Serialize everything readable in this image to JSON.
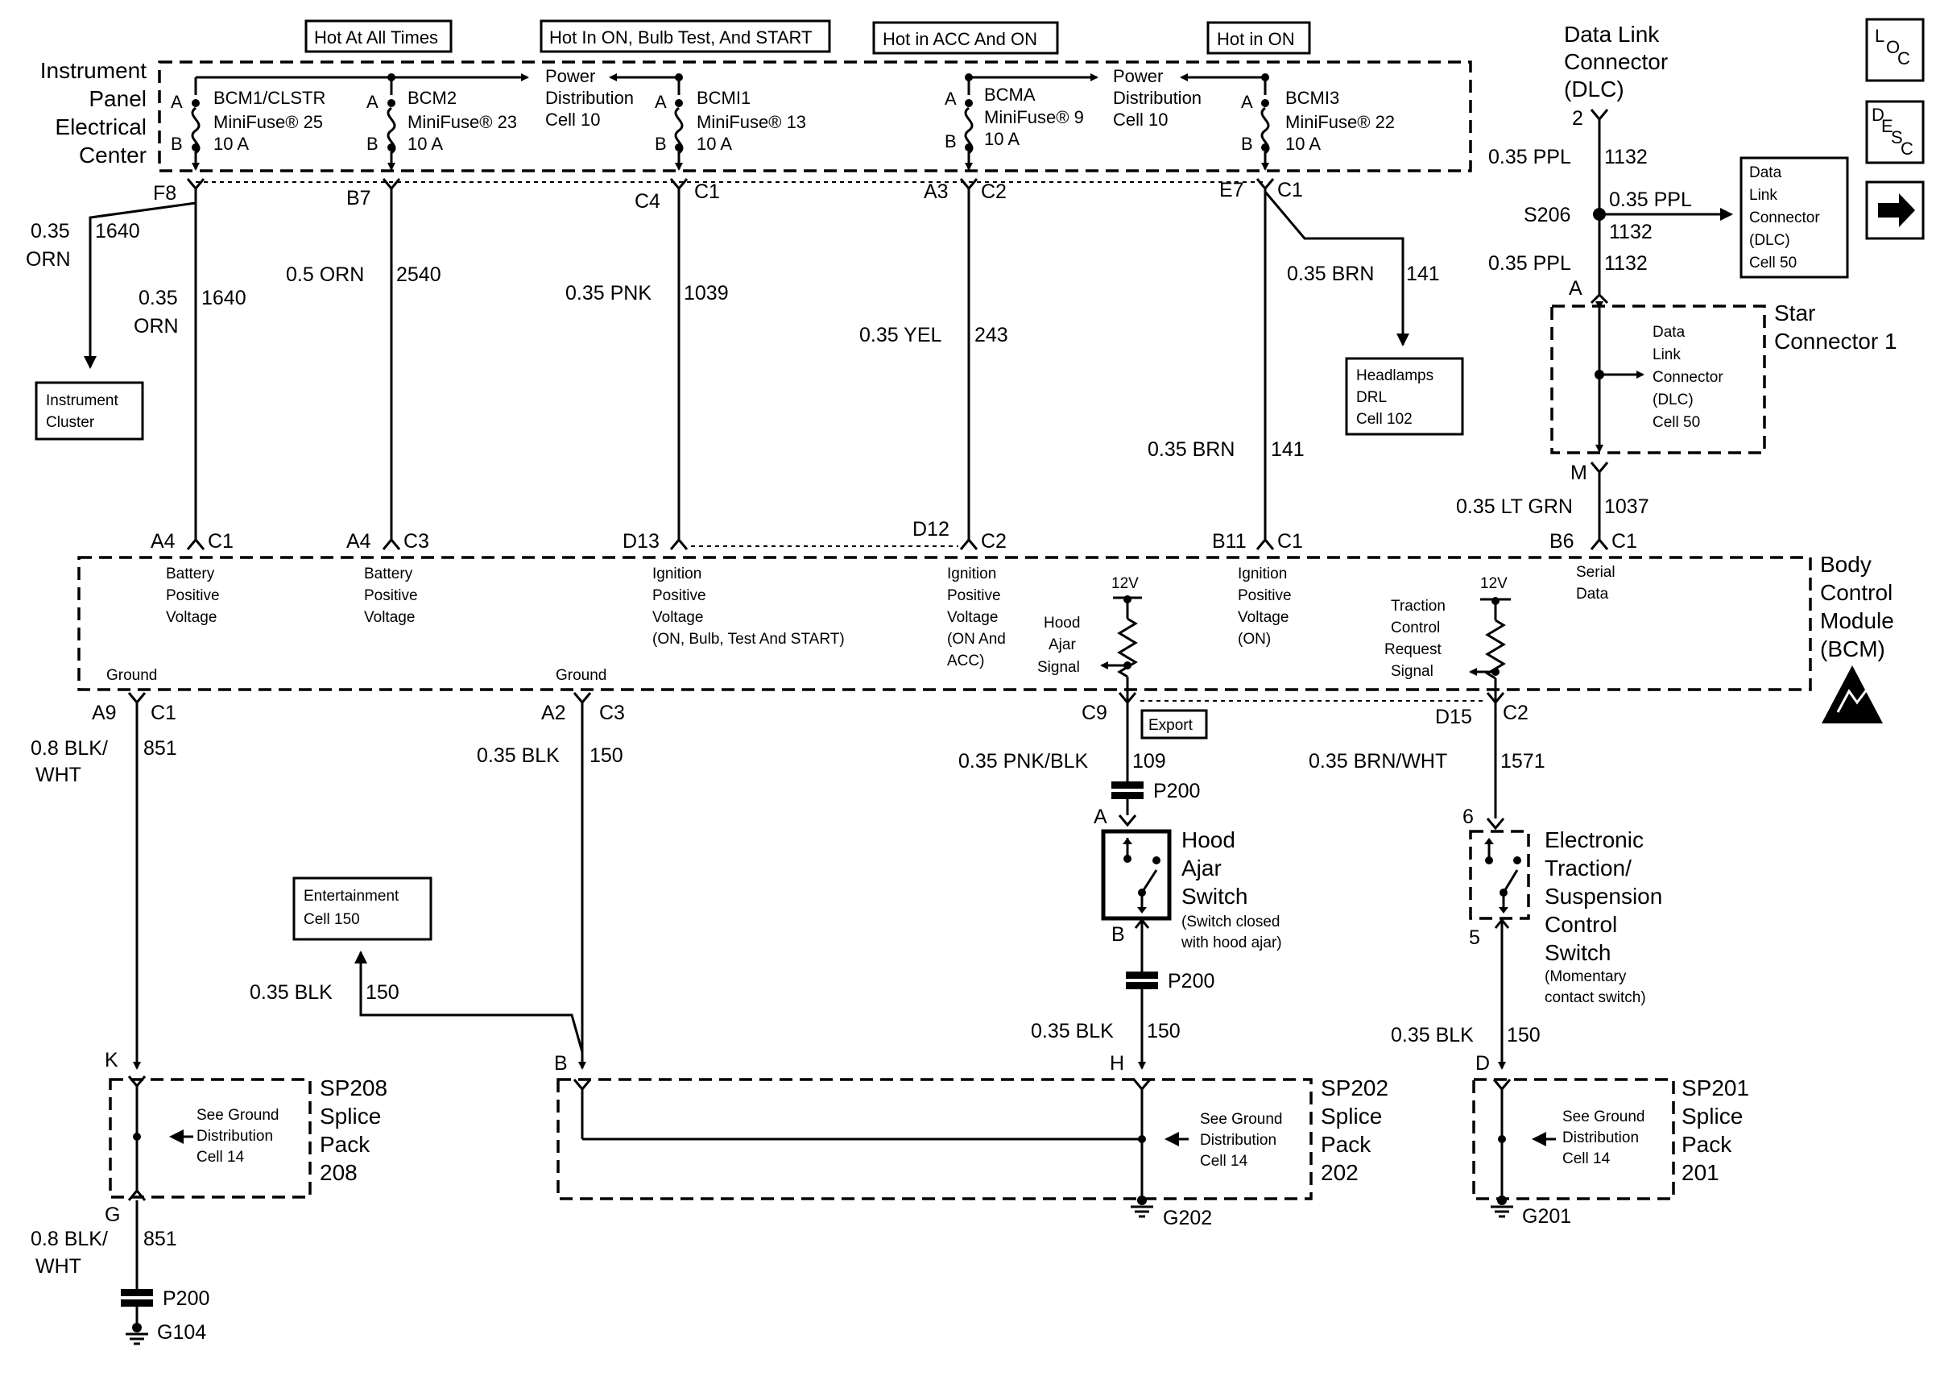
{
  "hot_labels": {
    "all_times": "Hot At All Times",
    "on_bulb_start": "Hot In ON, Bulb Test, And START",
    "acc_on": "Hot in ACC And ON",
    "on": "Hot in ON"
  },
  "ipec": {
    "title": [
      "Instrument",
      "Panel",
      "Electrical",
      "Center"
    ],
    "fuses": [
      {
        "name": "BCM1/CLSTR",
        "size": "MiniFuse® 25",
        "amps": "10 A",
        "conn": "F8",
        "conn2": ""
      },
      {
        "name": "BCM2",
        "size": "MiniFuse® 23",
        "amps": "10 A",
        "conn": "B7",
        "conn2": ""
      },
      {
        "name": "BCMI1",
        "size": "MiniFuse® 13",
        "amps": "10 A",
        "conn": "C4",
        "conn2": "C1"
      },
      {
        "name": "BCMA",
        "size": "MiniFuse® 9",
        "amps": "10 A",
        "conn": "A3",
        "conn2": "C2"
      },
      {
        "name": "BCMI3",
        "size": "MiniFuse® 22",
        "amps": "10 A",
        "conn": "E7",
        "conn2": "C1"
      }
    ],
    "pdc_ref": [
      "Power",
      "Distribution",
      "Cell 10"
    ]
  },
  "pin_letters": {
    "a": "A",
    "b": "B"
  },
  "wires": {
    "w1640_left": [
      "0.35",
      "ORN",
      "1640"
    ],
    "w1640_right": [
      "0.35",
      "ORN",
      "1640"
    ],
    "w2540": "0.5 ORN",
    "c2540": "2540",
    "w1039": "0.35 PNK",
    "c1039": "1039",
    "w243": "0.35 YEL",
    "c243": "243",
    "w141a": "0.35 BRN",
    "c141a": "141",
    "w141b": "0.35 BRN",
    "c141b": "141",
    "w1132a": "0.35 PPL",
    "c1132a": "1132",
    "w1132b": "0.35 PPL",
    "c1132b": "1132",
    "w1132c": "0.35 PPL",
    "c1132c": "1132",
    "w1037": "0.35 LT GRN",
    "c1037": "1037",
    "w851a": [
      "0.8 BLK/",
      "WHT"
    ],
    "c851a": "851",
    "w851b": [
      "0.8 BLK/",
      "WHT"
    ],
    "c851b": "851",
    "w150a": "0.35 BLK",
    "c150a": "150",
    "w150b": "0.35 BLK",
    "c150b": "150",
    "w150c": "0.35 BLK",
    "c150c": "150",
    "w150d": "0.35 BLK",
    "c150d": "150",
    "w109": "0.35 PNK/BLK",
    "c109": "109",
    "w1571": "0.35 BRN/WHT",
    "c1571": "1571"
  },
  "refs": {
    "cluster": [
      "Instrument",
      "Cluster"
    ],
    "headlamps": [
      "Headlamps",
      "DRL",
      "Cell 102"
    ],
    "dlc_box": [
      "Data",
      "Link",
      "Connector",
      "(DLC)",
      "Cell 50"
    ],
    "entertainment": [
      "Entertainment",
      "Cell 150"
    ],
    "export": "Export"
  },
  "dlc": {
    "title": [
      "Data Link",
      "Connector",
      "(DLC)"
    ],
    "pin": "2",
    "splice": "S206",
    "star": [
      "Star",
      "Connector 1"
    ],
    "star_a": "A",
    "star_m": "M",
    "star_inner": [
      "Data",
      "Link",
      "Connector",
      "(DLC)",
      "Cell 50"
    ]
  },
  "bcm": {
    "title": [
      "Body",
      "Control",
      "Module",
      "(BCM)"
    ],
    "top_pins": [
      {
        "pin": "A4",
        "conn": "C1",
        "label": [
          "Battery",
          "Positive",
          "Voltage"
        ]
      },
      {
        "pin": "A4",
        "conn": "C3",
        "label": [
          "Battery",
          "Positive",
          "Voltage"
        ]
      },
      {
        "pin": "D13",
        "conn": "",
        "label": [
          "Ignition",
          "Positive",
          "Voltage",
          "(ON, Bulb, Test And START)"
        ]
      },
      {
        "pin": "D12",
        "conn": "C2",
        "label": [
          "Ignition",
          "Positive",
          "Voltage",
          "(ON And",
          "ACC)"
        ]
      },
      {
        "pin": "B11",
        "conn": "C1",
        "label": [
          "Ignition",
          "Positive",
          "Voltage",
          "(ON)"
        ]
      },
      {
        "pin": "B6",
        "conn": "C1",
        "label": [
          "Serial",
          "Data"
        ]
      }
    ],
    "v12": "12V",
    "hood_signal": [
      "Hood",
      "Ajar",
      "Signal"
    ],
    "traction_signal": [
      "Traction",
      "Control",
      "Request",
      "Signal"
    ],
    "ground": "Ground",
    "bottom_pins": [
      {
        "pin": "A9",
        "conn": "C1"
      },
      {
        "pin": "A2",
        "conn": "C3"
      },
      {
        "pin": "C9",
        "conn": ""
      },
      {
        "pin": "D15",
        "conn": "C2"
      }
    ]
  },
  "hood_switch": {
    "title": [
      "Hood",
      "Ajar",
      "Switch"
    ],
    "note": [
      "(Switch closed",
      "with hood ajar)"
    ],
    "pin_a": "A",
    "pin_b": "B"
  },
  "traction_switch": {
    "title": [
      "Electronic",
      "Traction/",
      "Suspension",
      "Control",
      "Switch"
    ],
    "note": [
      "(Momentary",
      "contact switch)"
    ],
    "pin_top": "6",
    "pin_bot": "5"
  },
  "p200": "P200",
  "splices": {
    "sp208": {
      "title": [
        "SP208",
        "Splice",
        "Pack",
        "208"
      ],
      "in": "K",
      "out": "G",
      "ref": [
        "See Ground",
        "Distribution",
        "Cell 14"
      ]
    },
    "sp202": {
      "title": [
        "SP202",
        "Splice",
        "Pack",
        "202"
      ],
      "in_b": "B",
      "in_h": "H",
      "ref": [
        "See Ground",
        "Distribution",
        "Cell 14"
      ]
    },
    "sp201": {
      "title": [
        "SP201",
        "Splice",
        "Pack",
        "201"
      ],
      "in": "D",
      "ref": [
        "See Ground",
        "Distribution",
        "Cell 14"
      ]
    }
  },
  "grounds": {
    "g202": "G202",
    "g201": "G201",
    "g104": "G104"
  },
  "icons": {
    "loc": [
      "L",
      "O",
      "C"
    ],
    "desc": [
      "D",
      "E",
      "S",
      "C"
    ],
    "arrow": "next-arrow-icon"
  }
}
